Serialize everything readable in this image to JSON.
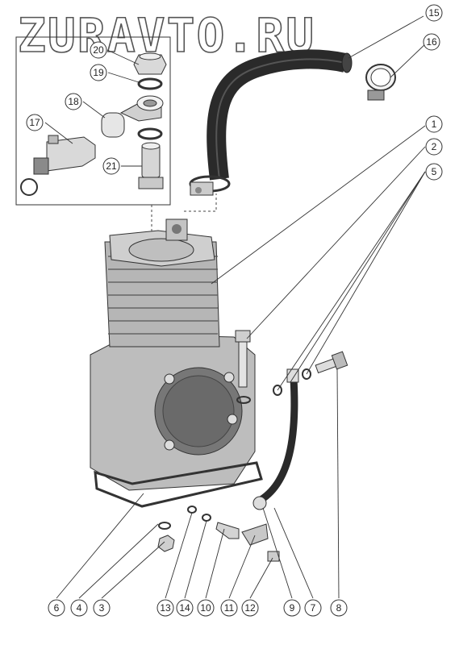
{
  "watermark": "ZURAVTO.RU",
  "callouts": [
    {
      "label": "15"
    },
    {
      "label": "16"
    },
    {
      "label": "20"
    },
    {
      "label": "19"
    },
    {
      "label": "18"
    },
    {
      "label": "17"
    },
    {
      "label": "21"
    },
    {
      "label": "1"
    },
    {
      "label": "2"
    },
    {
      "label": "5"
    },
    {
      "label": "6"
    },
    {
      "label": "4"
    },
    {
      "label": "3"
    },
    {
      "label": "13"
    },
    {
      "label": "14"
    },
    {
      "label": "10"
    },
    {
      "label": "11"
    },
    {
      "label": "12"
    },
    {
      "label": "9"
    },
    {
      "label": "7"
    },
    {
      "label": "8"
    }
  ]
}
